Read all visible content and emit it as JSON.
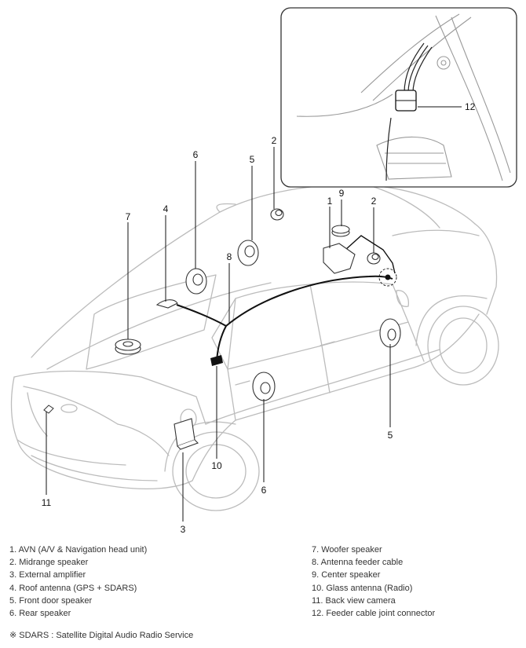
{
  "callouts": {
    "c1": "1",
    "c2a": "2",
    "c2b": "2",
    "c3": "3",
    "c4": "4",
    "c5a": "5",
    "c5b": "5",
    "c6a": "6",
    "c6b": "6",
    "c7": "7",
    "c8": "8",
    "c9": "9",
    "c10": "10",
    "c11": "11",
    "c12": "12"
  },
  "legend_left": [
    "1. AVN (A/V & Navigation head unit)",
    "2. Midrange speaker",
    "3. External amplifier",
    "4. Roof antenna (GPS + SDARS)",
    "5. Front door speaker",
    "6. Rear speaker"
  ],
  "legend_right": [
    "7. Woofer speaker",
    "8. Antenna feeder cable",
    "9. Center speaker",
    "10. Glass antenna (Radio)",
    "11. Back view camera",
    "12. Feeder cable joint connector"
  ],
  "footnote": "※ SDARS : Satellite Digital Audio Radio Service",
  "colors": {
    "line": "#111111",
    "car_outline": "#b9b9b9",
    "component": "#555555"
  }
}
